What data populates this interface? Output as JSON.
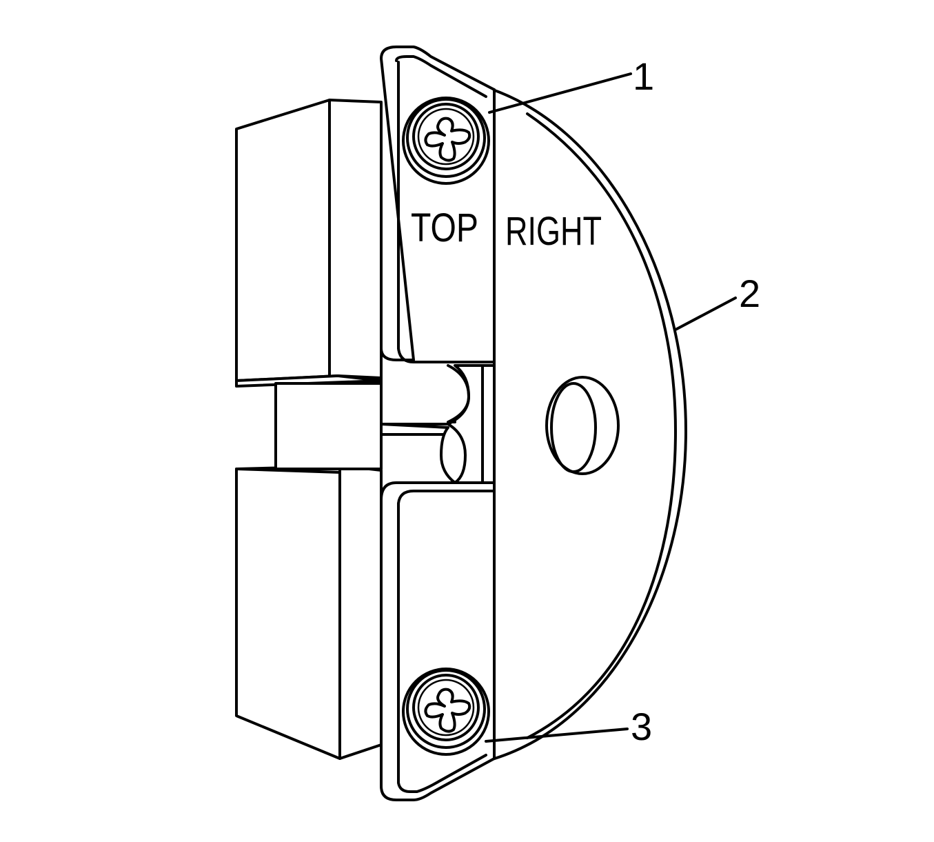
{
  "labels": {
    "top": "TOP",
    "right": "RIGHT"
  },
  "callouts": [
    {
      "number": "1"
    },
    {
      "number": "2"
    },
    {
      "number": "3"
    }
  ]
}
